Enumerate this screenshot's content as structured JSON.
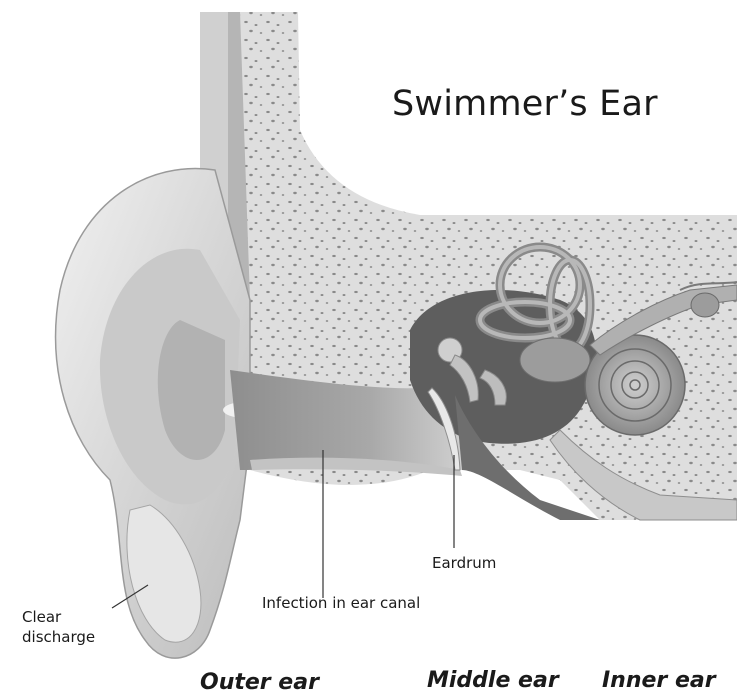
{
  "title": "Swimmer’s Ear",
  "labels": {
    "clear_discharge_line1": "Clear",
    "clear_discharge_line2": "discharge",
    "infection": "Infection in ear canal",
    "eardrum": "Eardrum"
  },
  "sections": {
    "outer": "Outer ear",
    "middle": "Middle ear",
    "inner": "Inner ear"
  }
}
